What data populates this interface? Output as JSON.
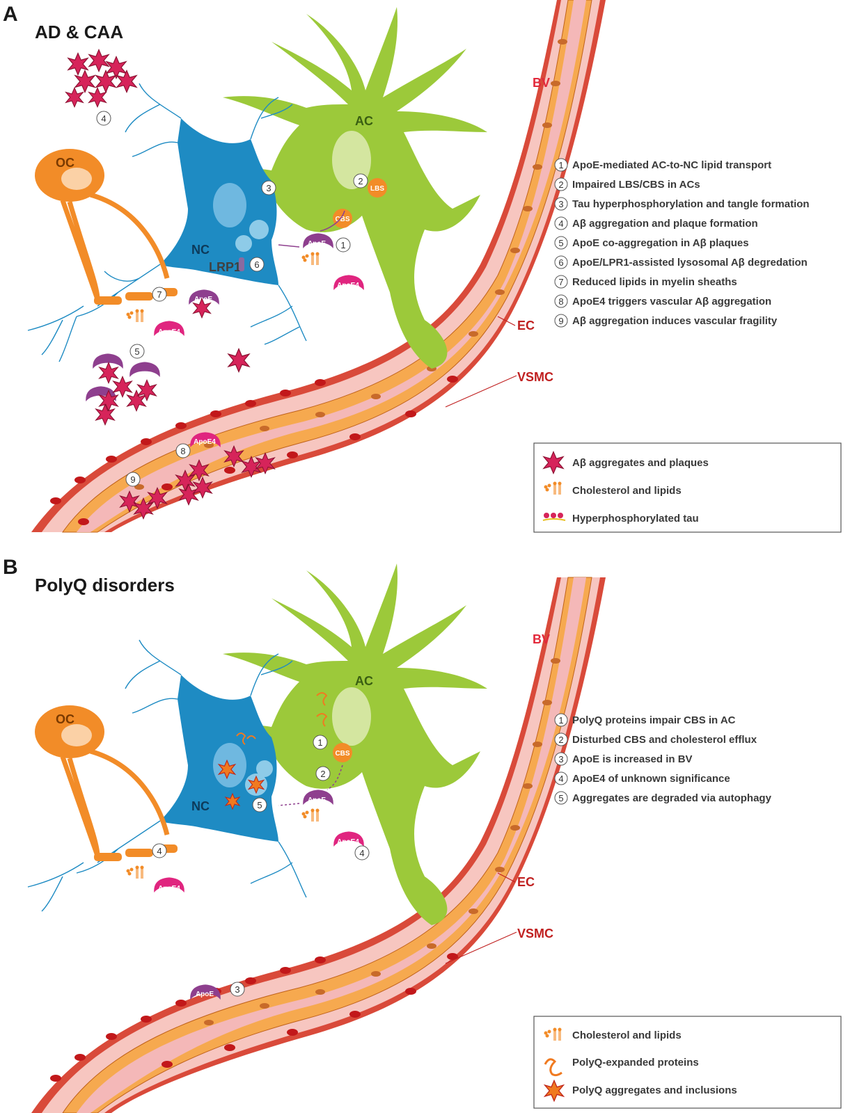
{
  "panel_a": {
    "letter": "A",
    "title": "AD & CAA",
    "labels": {
      "oc": "OC",
      "nc": "NC",
      "ac": "AC",
      "bv": "BV",
      "ec": "EC",
      "vsmc": "VSMC",
      "lrp1": "LRP1",
      "lbs": "LBS",
      "cbs": "CBS"
    },
    "markers": [
      "1",
      "2",
      "3",
      "4",
      "5",
      "6",
      "7",
      "8",
      "9"
    ],
    "proteins": {
      "apoe": "ApoE",
      "apoe4": "ApoE4"
    },
    "steps": [
      {
        "num": "1",
        "text": "ApoE-mediated AC-to-NC lipid transport"
      },
      {
        "num": "2",
        "text": "Impaired LBS/CBS in ACs"
      },
      {
        "num": "3",
        "text": "Tau hyperphosphorylation and tangle formation"
      },
      {
        "num": "4",
        "text": "Aβ aggregation and plaque formation"
      },
      {
        "num": "5",
        "text": "ApoE co-aggregation in Aβ plaques"
      },
      {
        "num": "6",
        "text": "ApoE/LPR1-assisted lysosomal Aβ degredation"
      },
      {
        "num": "7",
        "text": "Reduced lipids in myelin sheaths"
      },
      {
        "num": "8",
        "text": "ApoE4 triggers vascular Aβ aggregation"
      },
      {
        "num": "9",
        "text": "Aβ aggregation induces vascular fragility"
      }
    ],
    "legend": [
      {
        "icon": "amyloid-star-icon",
        "text": "Aβ aggregates and plaques"
      },
      {
        "icon": "lipid-icon",
        "text": "Cholesterol and lipids"
      },
      {
        "icon": "tau-icon",
        "text": "Hyperphosphorylated tau"
      }
    ]
  },
  "panel_b": {
    "letter": "B",
    "title": "PolyQ disorders",
    "labels": {
      "oc": "OC",
      "nc": "NC",
      "ac": "AC",
      "bv": "BV",
      "ec": "EC",
      "vsmc": "VSMC",
      "cbs": "CBS"
    },
    "markers": [
      "1",
      "2",
      "3",
      "4",
      "5"
    ],
    "proteins": {
      "apoe": "ApoE",
      "apoe4": "ApoE4"
    },
    "steps": [
      {
        "num": "1",
        "text": "PolyQ proteins impair CBS in AC"
      },
      {
        "num": "2",
        "text": "Disturbed CBS and cholesterol efflux"
      },
      {
        "num": "3",
        "text": "ApoE is increased in BV"
      },
      {
        "num": "4",
        "text": "ApoE4 of unknown significance"
      },
      {
        "num": "5",
        "text": "Aggregates are degraded via autophagy"
      }
    ],
    "legend": [
      {
        "icon": "lipid-icon",
        "text": "Cholesterol and lipids"
      },
      {
        "icon": "polyq-protein-icon",
        "text": "PolyQ-expanded proteins"
      },
      {
        "icon": "polyq-aggregate-icon",
        "text": "PolyQ aggregates and inclusions"
      }
    ]
  },
  "colors": {
    "neuron": "#1e8bc3",
    "astrocyte": "#9cc93a",
    "oligodendrocyte": "#f28c28",
    "vessel_lumen": "#f4b8b8",
    "endothelium": "#f6a94f",
    "vsmc": "#f7c6c0",
    "amyloid": "#d6245a",
    "apoe": "#8e3f8e",
    "apoe4": "#e0257f",
    "polyq": "#f07a20"
  }
}
